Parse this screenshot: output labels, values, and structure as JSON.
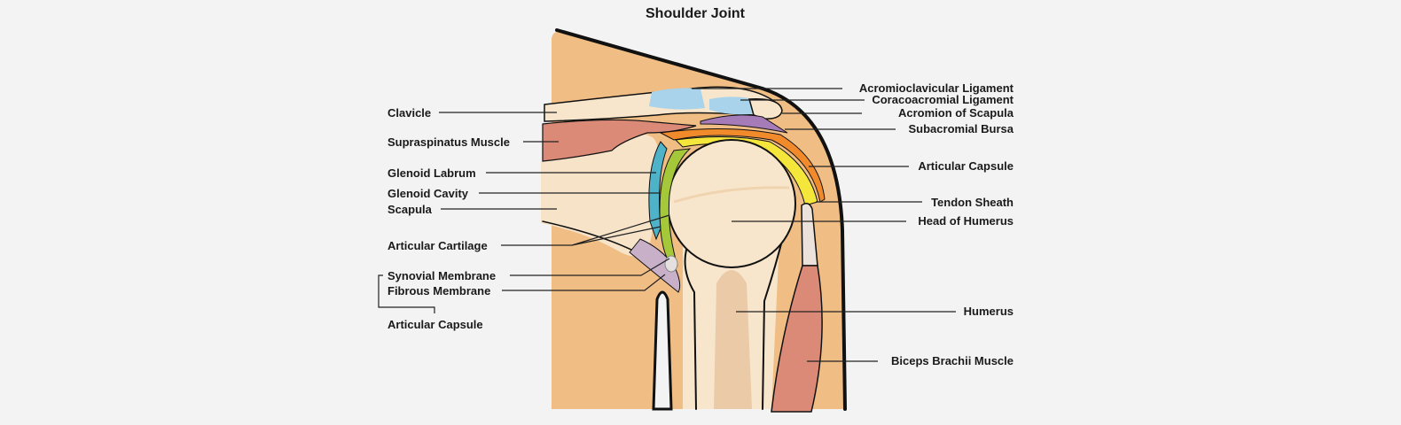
{
  "title": "Shoulder Joint",
  "labels_left": {
    "clavicle": "Clavicle",
    "supraspinatus": "Supraspinatus Muscle",
    "glenoid_labrum": "Glenoid Labrum",
    "glenoid_cavity": "Glenoid Cavity",
    "scapula": "Scapula",
    "articular_cartilage": "Articular Cartilage",
    "synovial_membrane": "Synovial Membrane",
    "fibrous_membrane": "Fibrous Membrane",
    "articular_capsule": "Articular Capsule"
  },
  "labels_right": {
    "acromioclavicular": "Acromioclavicular Ligament",
    "coracoacromial": "Coracoacromial Ligament",
    "acromion": "Acromion of Scapula",
    "subacromial_bursa": "Subacromial Bursa",
    "articular_capsule": "Articular Capsule",
    "tendon_sheath": "Tendon Sheath",
    "head_of_humerus": "Head of Humerus",
    "humerus": "Humerus",
    "biceps": "Biceps Brachii Muscle"
  },
  "colors": {
    "skin": "#f0bd84",
    "bone": "#f7e6cc",
    "marrow": "#ebcaa8",
    "ligament": "#a9d3ea",
    "bursa": "#a57bb8",
    "capsule": "#f08a2a",
    "sheath": "#f5e63c",
    "cartilage": "#a5c73a",
    "labrum": "#4eb2c8",
    "muscle": "#dc8a78"
  }
}
